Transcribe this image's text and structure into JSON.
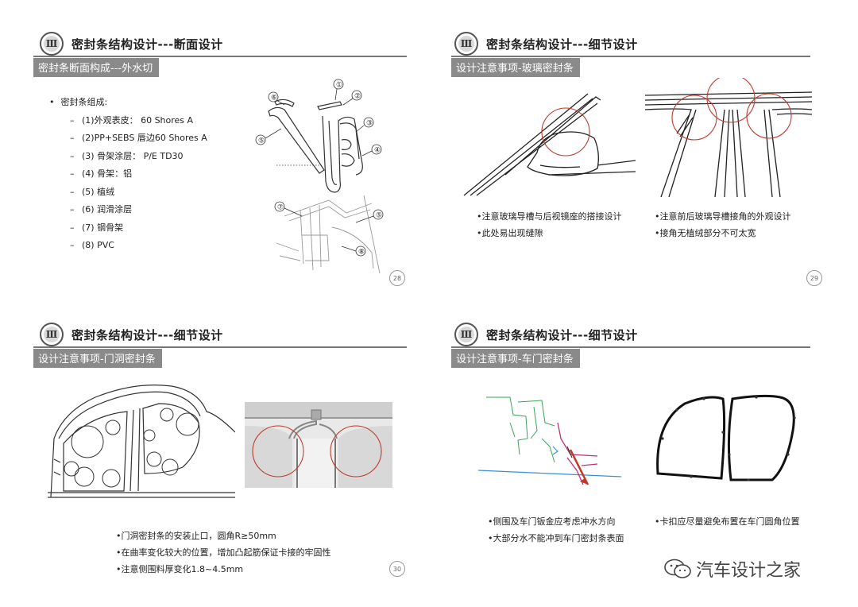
{
  "slide1": {
    "badge": "Ⅲ",
    "title": "密封条结构设计---断面设计",
    "subtitle": "密封条断面构成---外水切",
    "lead": "密封条组成:",
    "items": [
      "(1)外观表皮： 60 Shores A",
      "(2)PP+SEBS 唇边60 Shores A",
      "(3) 骨架涂层： P/E TD30",
      "(4) 骨架：铝",
      "(5) 植绒",
      "(6) 润滑涂层",
      "(7) 钢骨架",
      "(8)  PVC"
    ],
    "callouts": [
      "①",
      "②",
      "③",
      "④",
      "⑤",
      "⑥",
      "⑦",
      "⑤",
      "⑧"
    ],
    "page": "28"
  },
  "slide2": {
    "badge": "Ⅲ",
    "title": "密封条结构设计---细节设计",
    "subtitle": "设计注意事项-玻璃密封条",
    "left_notes": [
      "•注意玻璃导槽与后视镜座的搭接设计",
      "•此处易出现缝隙"
    ],
    "right_notes": [
      "•注意前后玻璃导槽接角的外观设计",
      "•接角无植绒部分不可太宽"
    ],
    "page": "29"
  },
  "slide3": {
    "badge": "Ⅲ",
    "title": "密封条结构设计---细节设计",
    "subtitle": "设计注意事项-门洞密封条",
    "notes": [
      "•门洞密封条的安装止口，圆角R≥50mm",
      "•在曲率变化较大的位置，增加凸起筋保证卡接的牢固性",
      "•注意侧围料厚变化1.8~4.5mm"
    ],
    "page": "30"
  },
  "slide4": {
    "badge": "Ⅲ",
    "title": "密封条结构设计---细节设计",
    "subtitle": "设计注意事项-车门密封条",
    "left_notes": [
      "•侧围及车门钣金应考虑冲水方向",
      "•大部分水不能冲到车门密封条表面"
    ],
    "right_notes": [
      "•卡扣应尽量避免布置在车门圆角位置"
    ]
  },
  "watermark": "汽车设计之家",
  "colors": {
    "accent_red": "#c0392b",
    "subtitle_bg": "#8a8a8a",
    "cad_green": "#3aa35a",
    "cad_blue": "#3a8fd6",
    "cad_magenta": "#c0307a"
  }
}
